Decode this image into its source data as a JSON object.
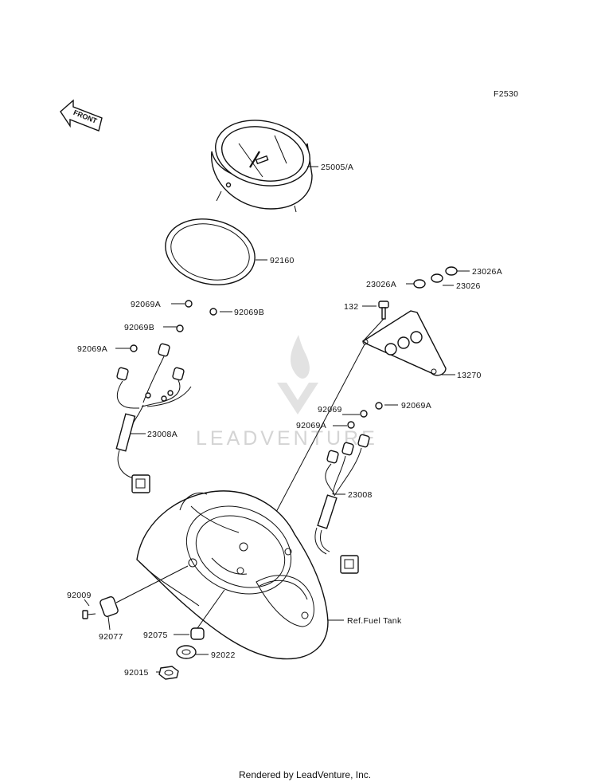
{
  "figure_code": "F2530",
  "front_label": "FRONT",
  "watermark_text": "LEADVENTURE",
  "footer_text": "Rendered by LeadVenture, Inc.",
  "parts": {
    "p25005": "25005/A",
    "p92160": "92160",
    "p92069A_1": "92069A",
    "p92069B_1": "92069B",
    "p92069B_2": "92069B",
    "p92069A_2": "92069A",
    "p23008A": "23008A",
    "p23026A_1": "23026A",
    "p23026A_2": "23026A",
    "p23026": "23026",
    "p132": "132",
    "p13270": "13270",
    "p92069": "92069",
    "p92069A_3": "92069A",
    "p92069A_4": "92069A",
    "p23008": "23008",
    "p92009": "92009",
    "p92077": "92077",
    "p92075": "92075",
    "p92022": "92022",
    "p92015": "92015",
    "ref_fuel_tank": "Ref.Fuel Tank"
  },
  "colors": {
    "line": "#111111",
    "watermark": "#d4d4d4",
    "background": "#ffffff"
  }
}
